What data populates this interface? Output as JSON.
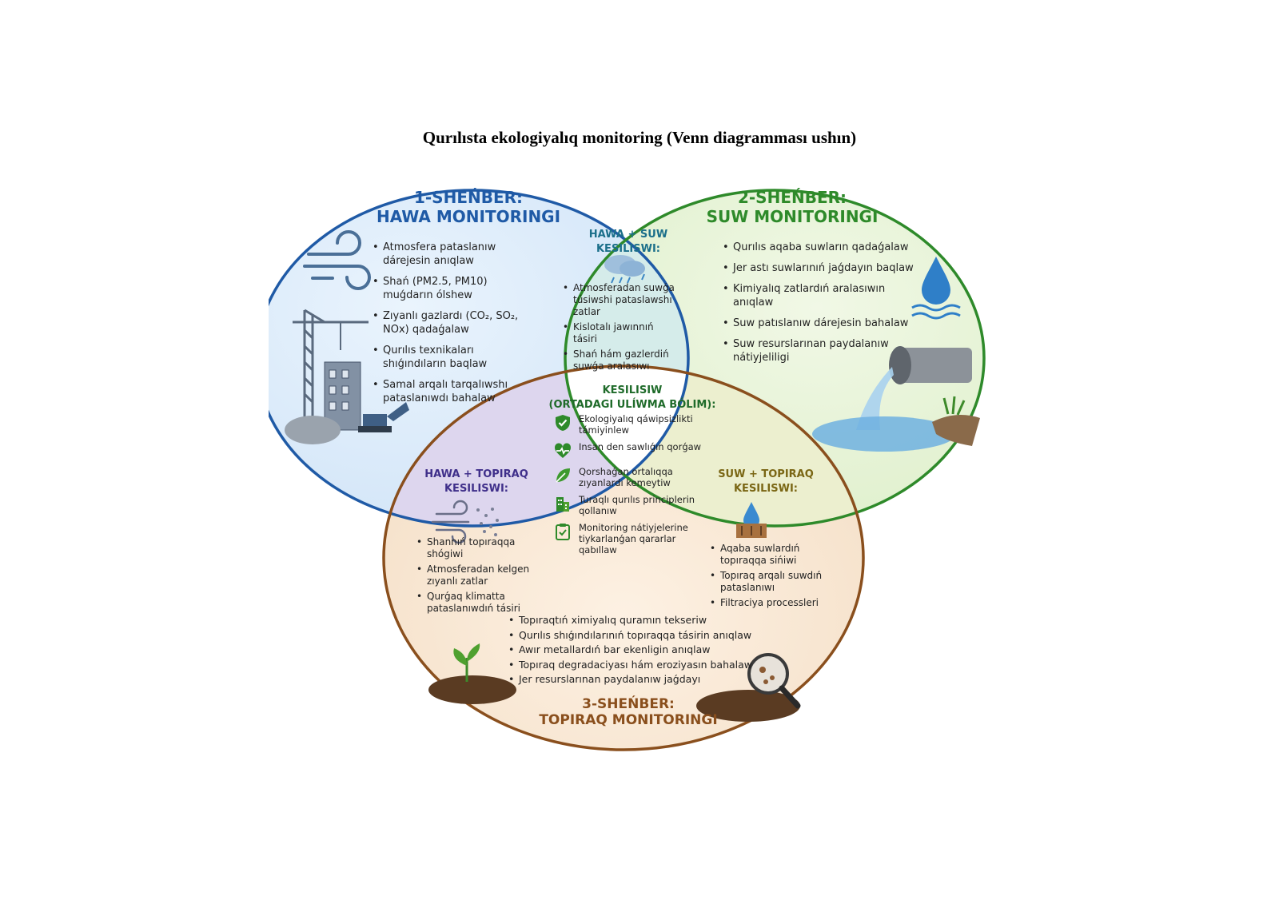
{
  "title": "Qurılısta ekologiyalıq monitoring (Venn diagramması ushın)",
  "colors": {
    "air": "#1f5aa6",
    "water": "#2e8a2a",
    "soil": "#8a4f1d",
    "air_water": "#1b6f8a",
    "air_soil": "#3f2f8a",
    "water_soil": "#7a6614",
    "center": "#1f6b2a"
  },
  "circles": {
    "air": {
      "heading_line1": "1-SHEŃBER:",
      "heading_line2": "HAWA MONITORINGI",
      "items": [
        "Atmosfera pataslanıw dárejesin anıqlaw",
        "Shań (PM2.5, PM10) muǵdarın ólshew",
        "Zıyanlı gazlardı (CO₂, SO₂, NOx) qadaǵalaw",
        "Qurılıs texnikaları shıǵındıların baqlaw",
        "Samal arqalı tarqalıwshı pataslanıwdı bahalaw"
      ],
      "icons": [
        "wind-icon",
        "crane-icon",
        "building-icon",
        "excavator-icon"
      ]
    },
    "water": {
      "heading_line1": "2-SHEŃBER:",
      "heading_line2": "SUW MONITORINGI",
      "items": [
        "Qurılıs aqaba suwların qadaǵalaw",
        "Jer astı suwlarınıń jaǵdayın baqlaw",
        "Kimiyalıq zatlardıń aralasıwın anıqlaw",
        "Suw patıslanıw dárejesin bahalaw",
        "Suw resurslarınan paydalanıw nátiyjeliligi"
      ],
      "icons": [
        "water-drop-icon",
        "drain-pipe-icon"
      ]
    },
    "soil": {
      "heading_line1": "3-SHEŃBER:",
      "heading_line2": "TOPIRAQ MONITORINGI",
      "items": [
        "Topıraqtıń ximiyalıq quramın tekseriw",
        "Qurılıs shıǵındılarınıń topıraqqa tásirin anıqlaw",
        "Awır metallardıń bar ekenligin anıqlaw",
        "Topıraq degradaciyası hám eroziyasın bahalaw",
        "Jer resurslarınan paydalanıw jaǵdayı"
      ],
      "icons": [
        "sprout-icon",
        "magnifier-icon"
      ]
    }
  },
  "intersections": {
    "air_water": {
      "heading_line1": "HAWA + SUW",
      "heading_line2": "KESILISWI:",
      "items": [
        "Atmosferadan suwǵa túsiwshi pataslawshı zatlar",
        "Kislotalı jawınnıń tásiri",
        "Shań hám gazlerdiń suwǵa aralasıwı"
      ]
    },
    "air_soil": {
      "heading_line1": "HAWA + TOPIRAQ",
      "heading_line2": "KESILISWI:",
      "items": [
        "Shannıń topıraqqa shógiwi",
        "Atmosferadan kelgen zıyanlı zatlar",
        "Qurǵaq klimatta pataslanıwdıń tásiri"
      ]
    },
    "water_soil": {
      "heading_line1": "SUW + TOPIRAQ",
      "heading_line2": "KESILISWI:",
      "items": [
        "Aqaba suwlardıń topıraqqa sińiwi",
        "Topıraq arqalı suwdıń pataslanıwı",
        "Filtraciya processleri"
      ]
    },
    "center": {
      "heading_line1": "KESILISIW",
      "heading_line2": "(ORTADAGI ULÍWMA BÓLIM):",
      "items": [
        {
          "icon": "shield-check-icon",
          "text": "Ekologiyalıq qáwipsizlikti támiyinlew"
        },
        {
          "icon": "heart-pulse-icon",
          "text": "Insan den sawlıǵın qorǵaw"
        },
        {
          "icon": "leaf-icon",
          "text": "Qorshaǵan ortalıqqa zıyanlardı kemeytiw"
        },
        {
          "icon": "green-building-icon",
          "text": "Turaqlı qurılıs principlerin qollanıw"
        },
        {
          "icon": "clipboard-check-icon",
          "text": "Monitoring nátiyjelerine tiykarlanǵan qararlar qabıllaw"
        }
      ]
    }
  }
}
